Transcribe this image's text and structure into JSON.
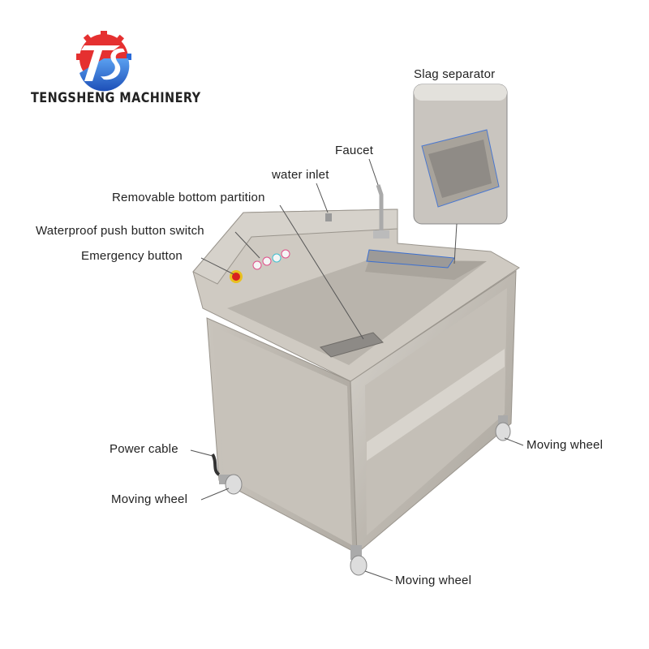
{
  "brand": {
    "name": "TENGSHENG MACHINERY",
    "logo_letters": "TS",
    "colors": {
      "red": "#e32d2d",
      "blue": "#1e5fd0"
    }
  },
  "labels": {
    "slag_separator": "Slag separator",
    "faucet": "Faucet",
    "water_inlet": "water inlet",
    "removable_bottom_partition": "Removable bottom partition",
    "waterproof_push_button_switch": "Waterproof push button switch",
    "emergency_button": "Emergency button",
    "power_cable": "Power cable",
    "moving_wheel_left": "Moving wheel",
    "moving_wheel_right": "Moving wheel",
    "moving_wheel_front": "Moving wheel"
  }
}
